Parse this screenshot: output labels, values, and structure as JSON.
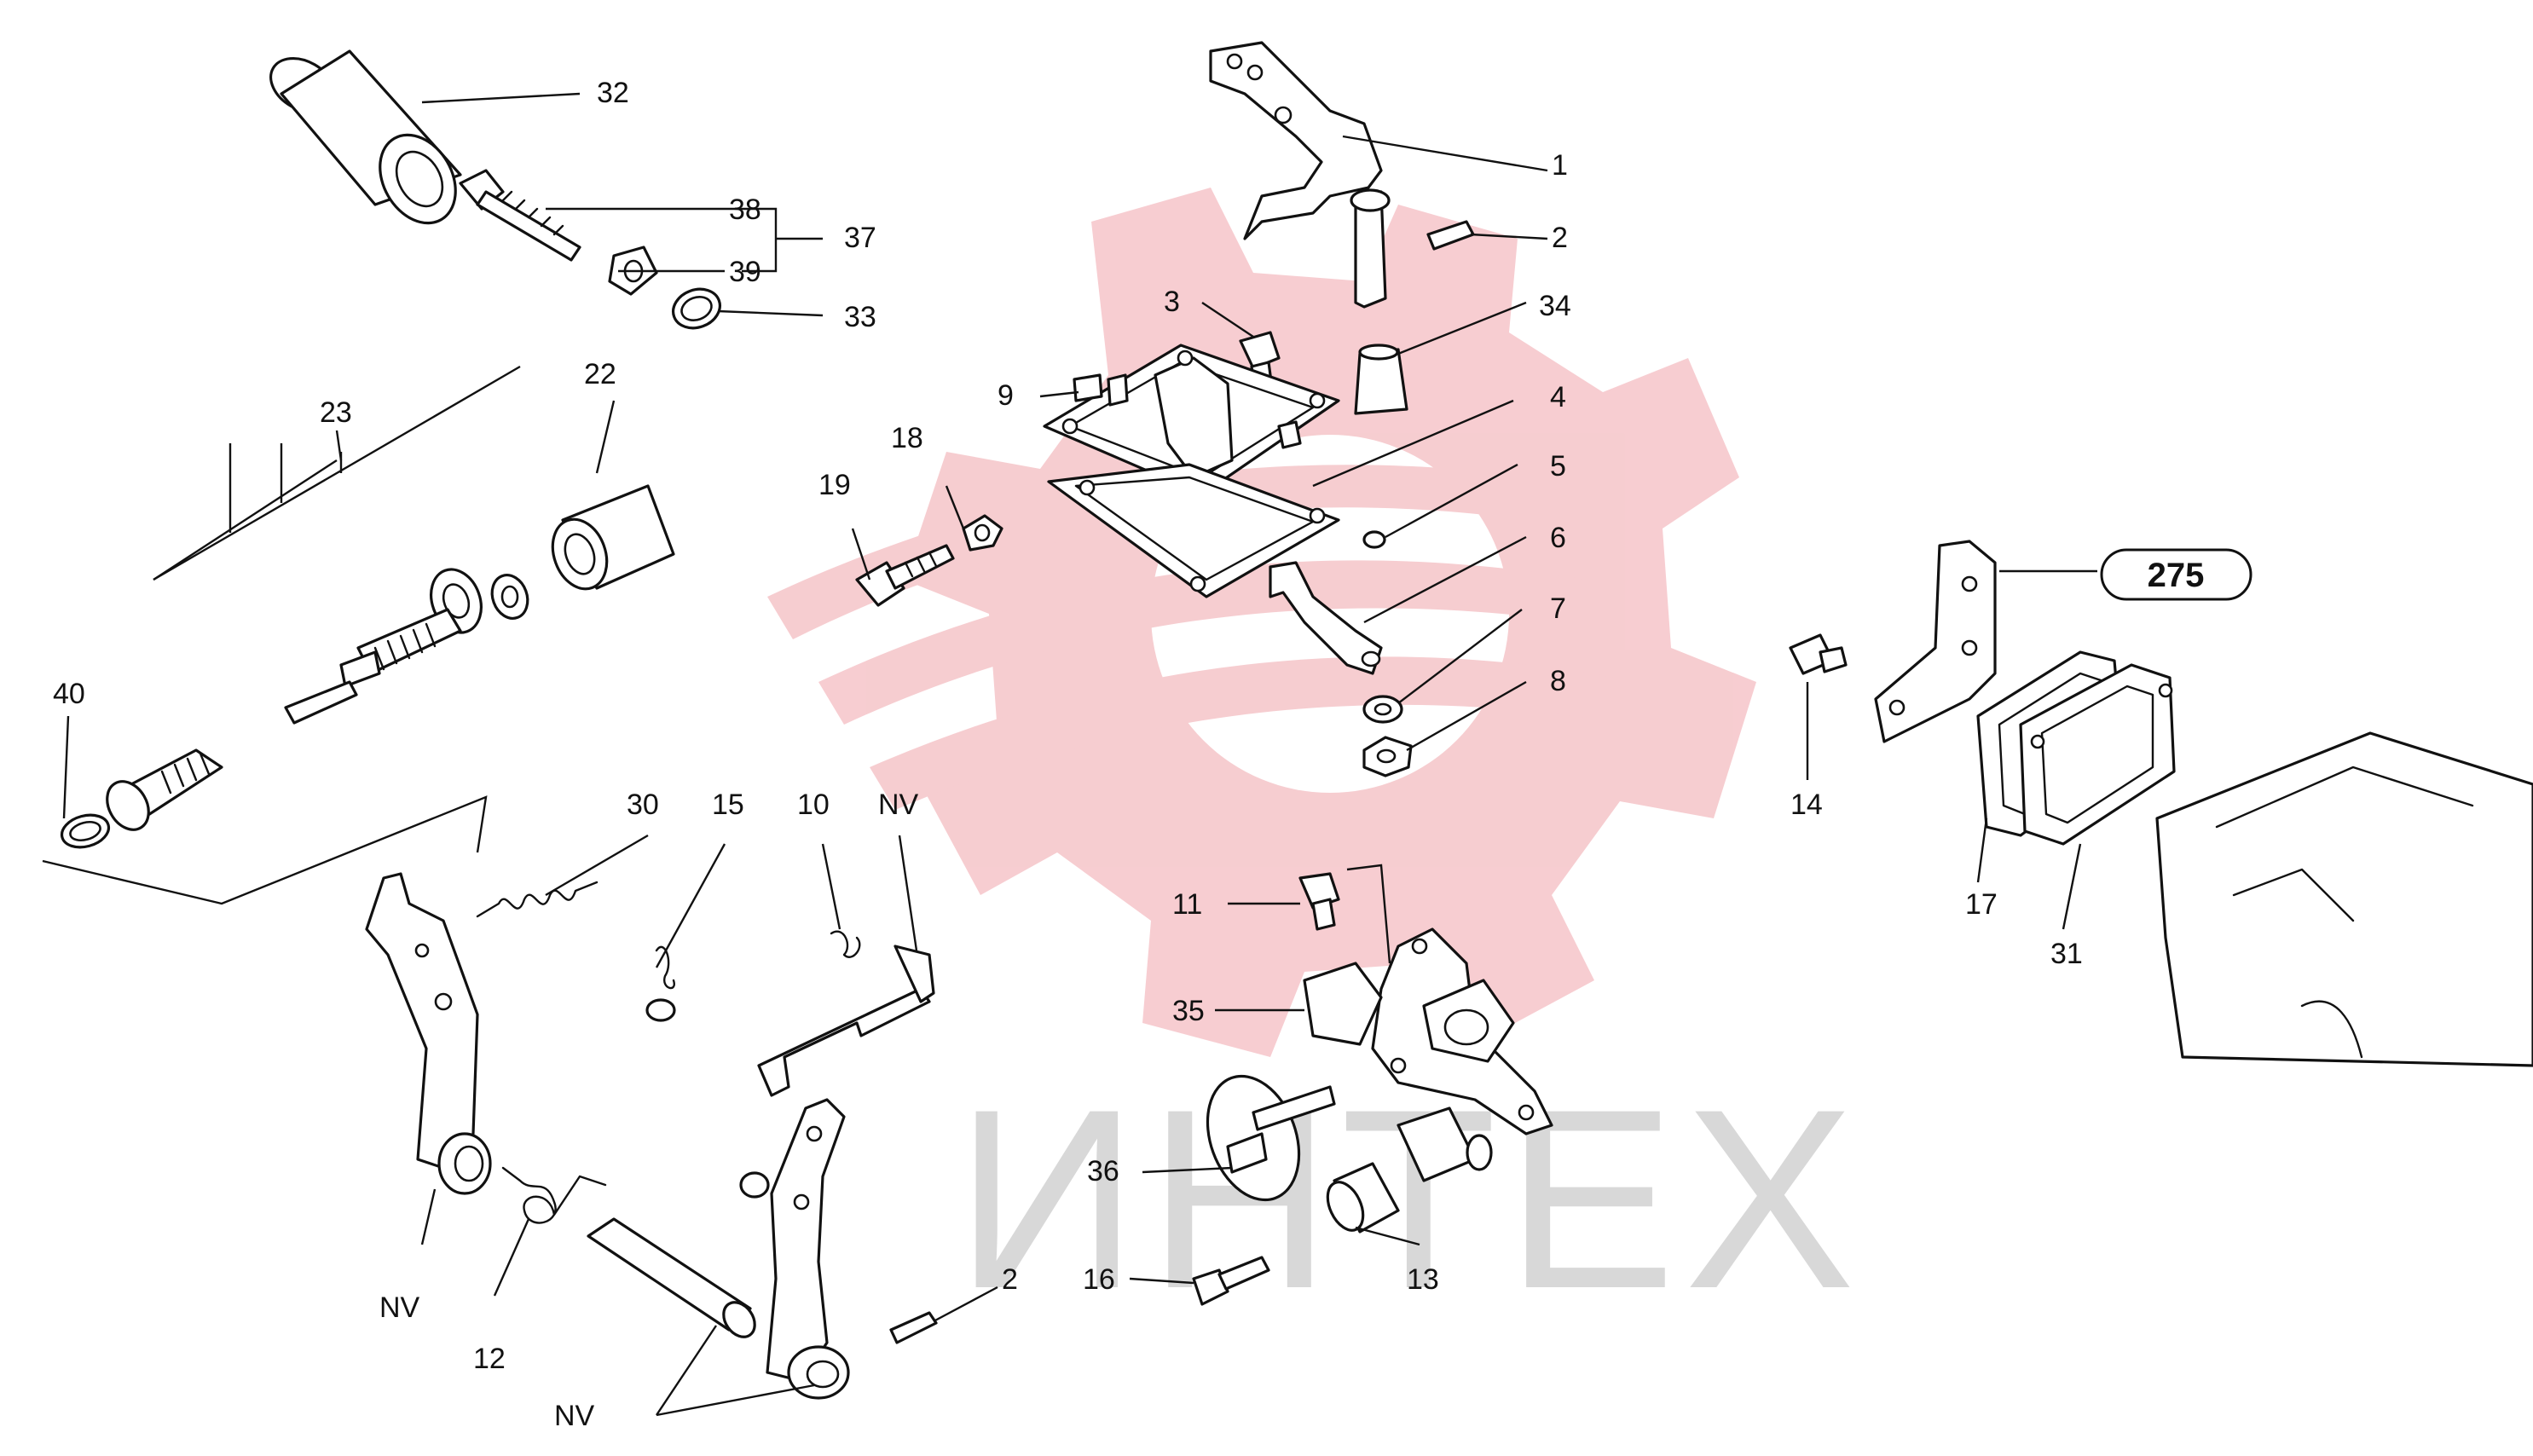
{
  "watermark": {
    "text": "ИНТЕХ",
    "color": "#f6c8cc"
  },
  "reference_box": {
    "label": "275"
  },
  "callouts": [
    {
      "key": "c1",
      "text": "1"
    },
    {
      "key": "c2a",
      "text": "2"
    },
    {
      "key": "c3",
      "text": "3"
    },
    {
      "key": "c34",
      "text": "34"
    },
    {
      "key": "c4",
      "text": "4"
    },
    {
      "key": "c5",
      "text": "5"
    },
    {
      "key": "c6",
      "text": "6"
    },
    {
      "key": "c7",
      "text": "7"
    },
    {
      "key": "c8",
      "text": "8"
    },
    {
      "key": "c9",
      "text": "9"
    },
    {
      "key": "c18",
      "text": "18"
    },
    {
      "key": "c19",
      "text": "19"
    },
    {
      "key": "c32",
      "text": "32"
    },
    {
      "key": "c38",
      "text": "38"
    },
    {
      "key": "c37",
      "text": "37"
    },
    {
      "key": "c39",
      "text": "39"
    },
    {
      "key": "c33",
      "text": "33"
    },
    {
      "key": "c23",
      "text": "23"
    },
    {
      "key": "c22",
      "text": "22"
    },
    {
      "key": "c40",
      "text": "40"
    },
    {
      "key": "c30",
      "text": "30"
    },
    {
      "key": "c15",
      "text": "15"
    },
    {
      "key": "c10",
      "text": "10"
    },
    {
      "key": "cNV1",
      "text": "NV"
    },
    {
      "key": "cNV2",
      "text": "NV"
    },
    {
      "key": "cNV3",
      "text": "NV"
    },
    {
      "key": "c12",
      "text": "12"
    },
    {
      "key": "c2b",
      "text": "2"
    },
    {
      "key": "c11",
      "text": "11"
    },
    {
      "key": "c35",
      "text": "35"
    },
    {
      "key": "c36",
      "text": "36"
    },
    {
      "key": "c16",
      "text": "16"
    },
    {
      "key": "c13",
      "text": "13"
    },
    {
      "key": "c14",
      "text": "14"
    },
    {
      "key": "c17",
      "text": "17"
    },
    {
      "key": "c31",
      "text": "31"
    }
  ]
}
